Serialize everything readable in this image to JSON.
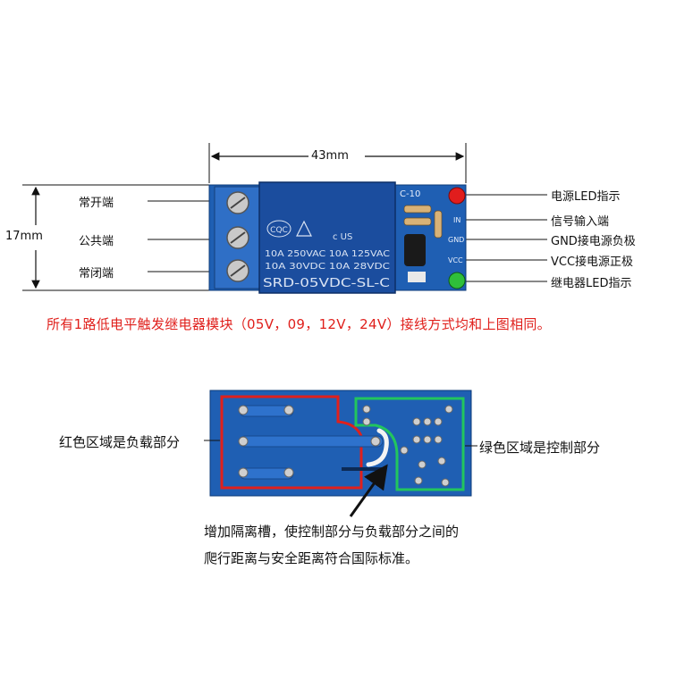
{
  "top_diagram": {
    "width_dim": "43mm",
    "height_dim": "17mm",
    "left_labels": [
      "常开端",
      "公共端",
      "常闭端"
    ],
    "right_labels": [
      "电源LED指示",
      "信号输入端",
      "GND接电源负极",
      "VCC接电源正极",
      "继电器LED指示"
    ],
    "relay_text": {
      "brand": "CQC",
      "rating_line1": "10A 250VAC  10A 125VAC",
      "rating_line2": "10A 30VDC   10A 28VDC",
      "model": "SRD-05VDC-SL-C",
      "ul_mark": "c US",
      "board_mark": "C-10",
      "pin_in": "IN",
      "pin_gnd": "GND",
      "pin_vcc": "VCC"
    }
  },
  "compatibility_note": "所有1路低电平触发继电器模块（05V，09，12V，24V）接线方式均和上图相同。",
  "bottom_diagram": {
    "red_zone_label": "红色区域是负载部分",
    "green_zone_label": "绿色区域是控制部分",
    "slot_note_line1": "增加隔离槽，使控制部分与负载部分之间的",
    "slot_note_line2": "爬行距离与安全距离符合国际标准。"
  },
  "colors": {
    "pcb_blue": "#1f5fb3",
    "relay_blue": "#1b4d9e",
    "terminal_blue": "#2f6fc6",
    "red_zone": "#e0201c",
    "green_zone": "#22c55e",
    "note_red": "#e0201c"
  }
}
